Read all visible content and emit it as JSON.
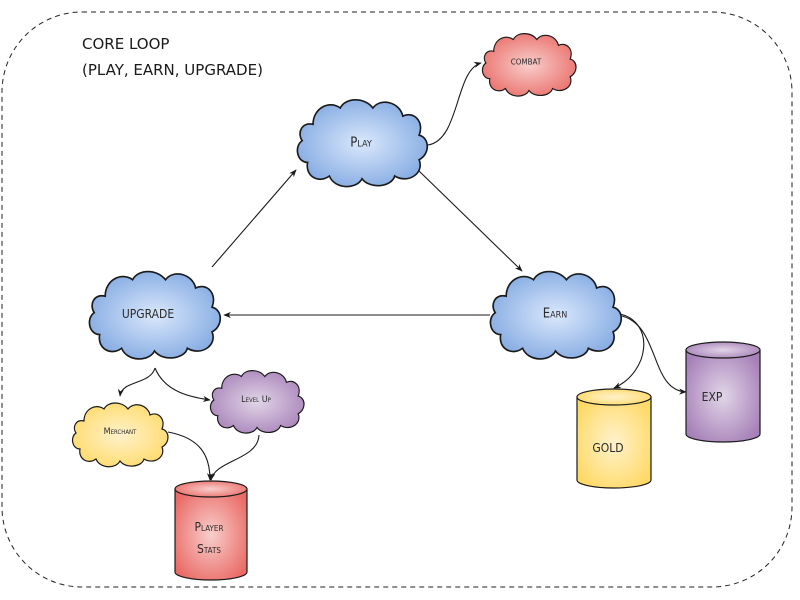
{
  "diagram": {
    "title_line1": "CORE LOOP",
    "title_line2": "(PLAY, EARN, UPGRADE)",
    "nodes": {
      "play": {
        "label": "Play",
        "shape": "cloud",
        "color": "#7ea6e0"
      },
      "earn": {
        "label": "Earn",
        "shape": "cloud",
        "color": "#7ea6e0"
      },
      "upgrade": {
        "label": "UPGRADE",
        "shape": "cloud",
        "color": "#7ea6e0"
      },
      "combat": {
        "label": "COMBAT",
        "shape": "cloud",
        "color": "#ea6b66"
      },
      "merchant": {
        "label": "Merchant",
        "shape": "cloud",
        "color": "#ffd966"
      },
      "levelup": {
        "label": "Level Up",
        "shape": "cloud",
        "color": "#a680b8"
      },
      "gold": {
        "label": "GOLD",
        "shape": "cylinder",
        "color": "#ffd966"
      },
      "exp": {
        "label": "EXP",
        "shape": "cylinder",
        "color": "#a680b8"
      },
      "stats_l1": {
        "label": "Player",
        "shape": "cylinder",
        "color": "#ea6b66"
      },
      "stats_l2": {
        "label": "Stats"
      }
    },
    "edges": [
      {
        "from": "Upgrade",
        "to": "Play"
      },
      {
        "from": "Play",
        "to": "Earn"
      },
      {
        "from": "Earn",
        "to": "Upgrade"
      },
      {
        "from": "Play",
        "to": "Combat"
      },
      {
        "from": "Earn",
        "to": "Gold"
      },
      {
        "from": "Earn",
        "to": "EXP"
      },
      {
        "from": "Upgrade",
        "to": "Merchant"
      },
      {
        "from": "Upgrade",
        "to": "Level Up"
      },
      {
        "from": "Merchant",
        "to": "Player Stats"
      },
      {
        "from": "Level Up",
        "to": "Player Stats"
      }
    ]
  }
}
